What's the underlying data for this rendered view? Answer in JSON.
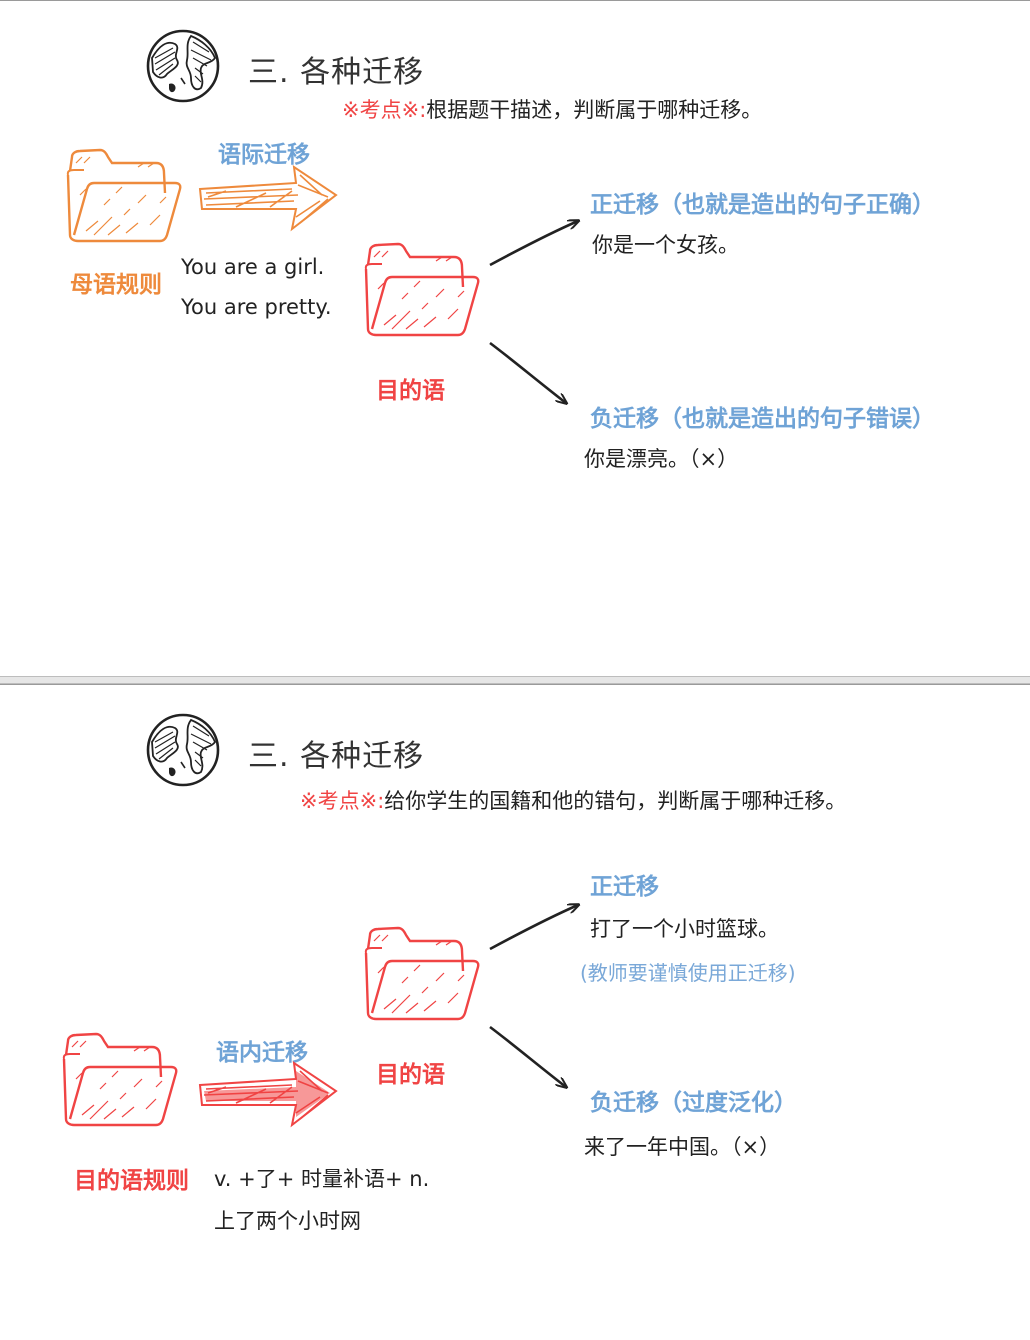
{
  "slide1": {
    "title": "三. 各种迁移",
    "kaodian_mark": "※考点※:",
    "kaodian_text": "根据题干描述，判断属于哪种迁移。",
    "transfer_label": "语际迁移",
    "source_label": "母语规则",
    "source_examples": [
      "You are a girl.",
      "You are pretty."
    ],
    "target_label": "目的语",
    "positive_title": "正迁移（也就是造出的句子正确）",
    "positive_example": "你是一个女孩。",
    "negative_title": "负迁移（也就是造出的句子错误）",
    "negative_example": "你是漂亮。（×）"
  },
  "slide2": {
    "title": "三. 各种迁移",
    "kaodian_mark": "※考点※:",
    "kaodian_text": "给你学生的国籍和他的错句，判断属于哪种迁移。",
    "transfer_label": "语内迁移",
    "source_label": "目的语规则",
    "source_examples": [
      "v. +了+ 时量补语+ n.",
      "上了两个小时网"
    ],
    "target_label": "目的语",
    "positive_title": "正迁移",
    "positive_example": "打了一个小时篮球。",
    "positive_note": "(教师要谨慎使用正迁移)",
    "negative_title": "负迁移（过度泛化）",
    "negative_example": "来了一年中国。（×）"
  },
  "colors": {
    "orange": "#ee8a3c",
    "red": "#f04444",
    "blue": "#6fa3d6",
    "text": "#222222"
  },
  "icons": [
    "globe-icon",
    "folder-icon",
    "sketch-arrow-icon",
    "arrow-icon"
  ]
}
